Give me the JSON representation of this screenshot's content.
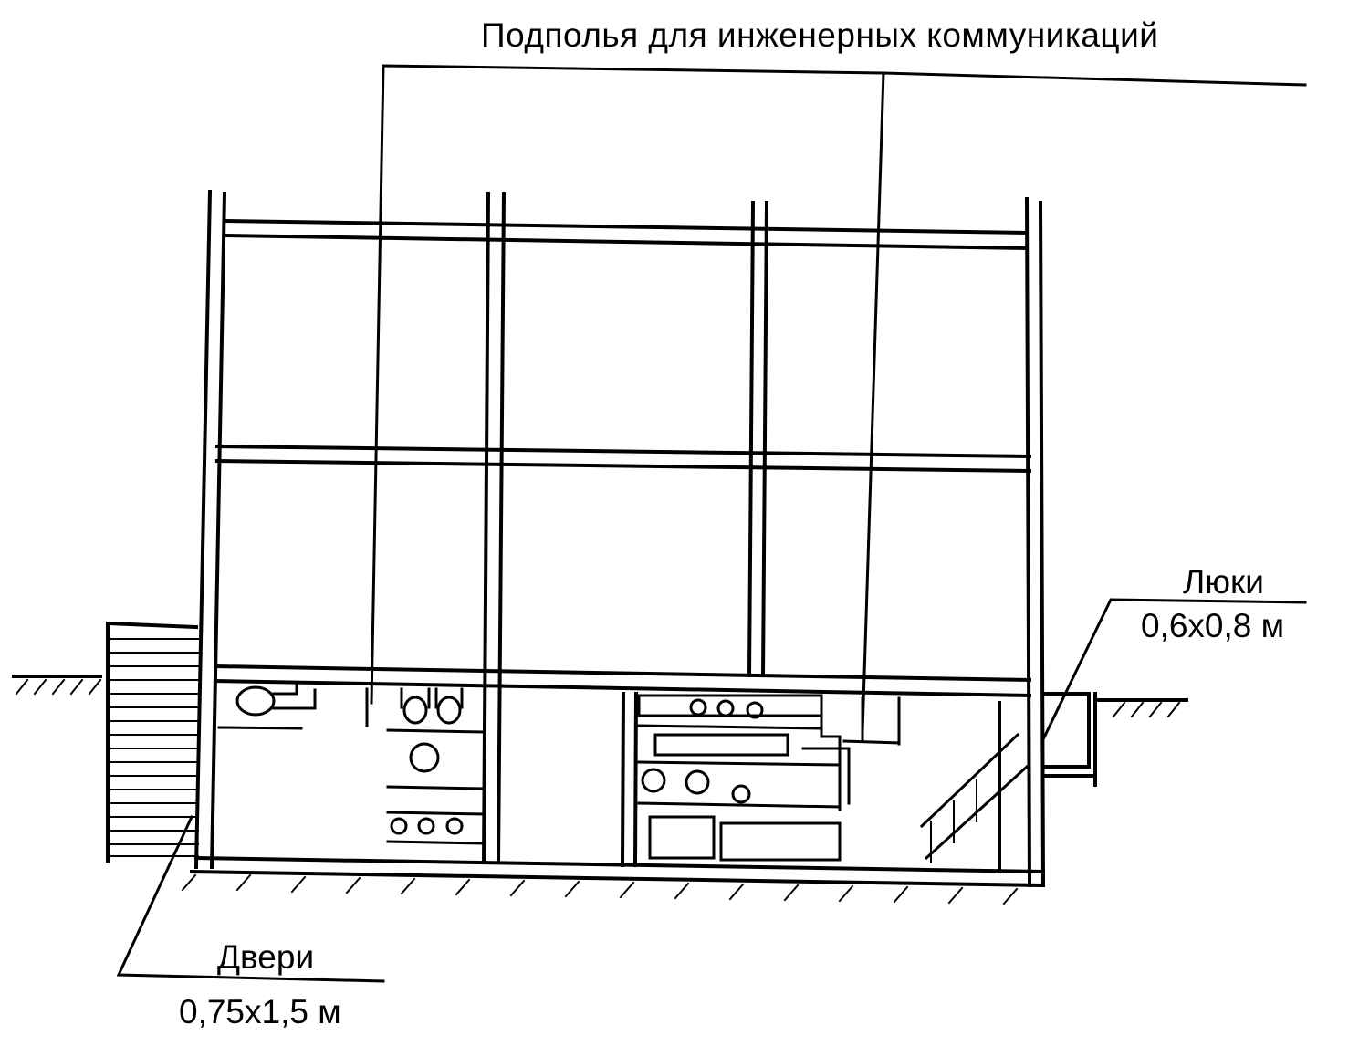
{
  "labels": {
    "title": "Подполья для инженерных коммуникаций",
    "hatch": "Люки",
    "hatch_size": "0,6х0,8 м",
    "door": "Двери",
    "door_size": "0,75х1,5 м"
  },
  "colors": {
    "line": "#000000",
    "background": "#ffffff"
  }
}
